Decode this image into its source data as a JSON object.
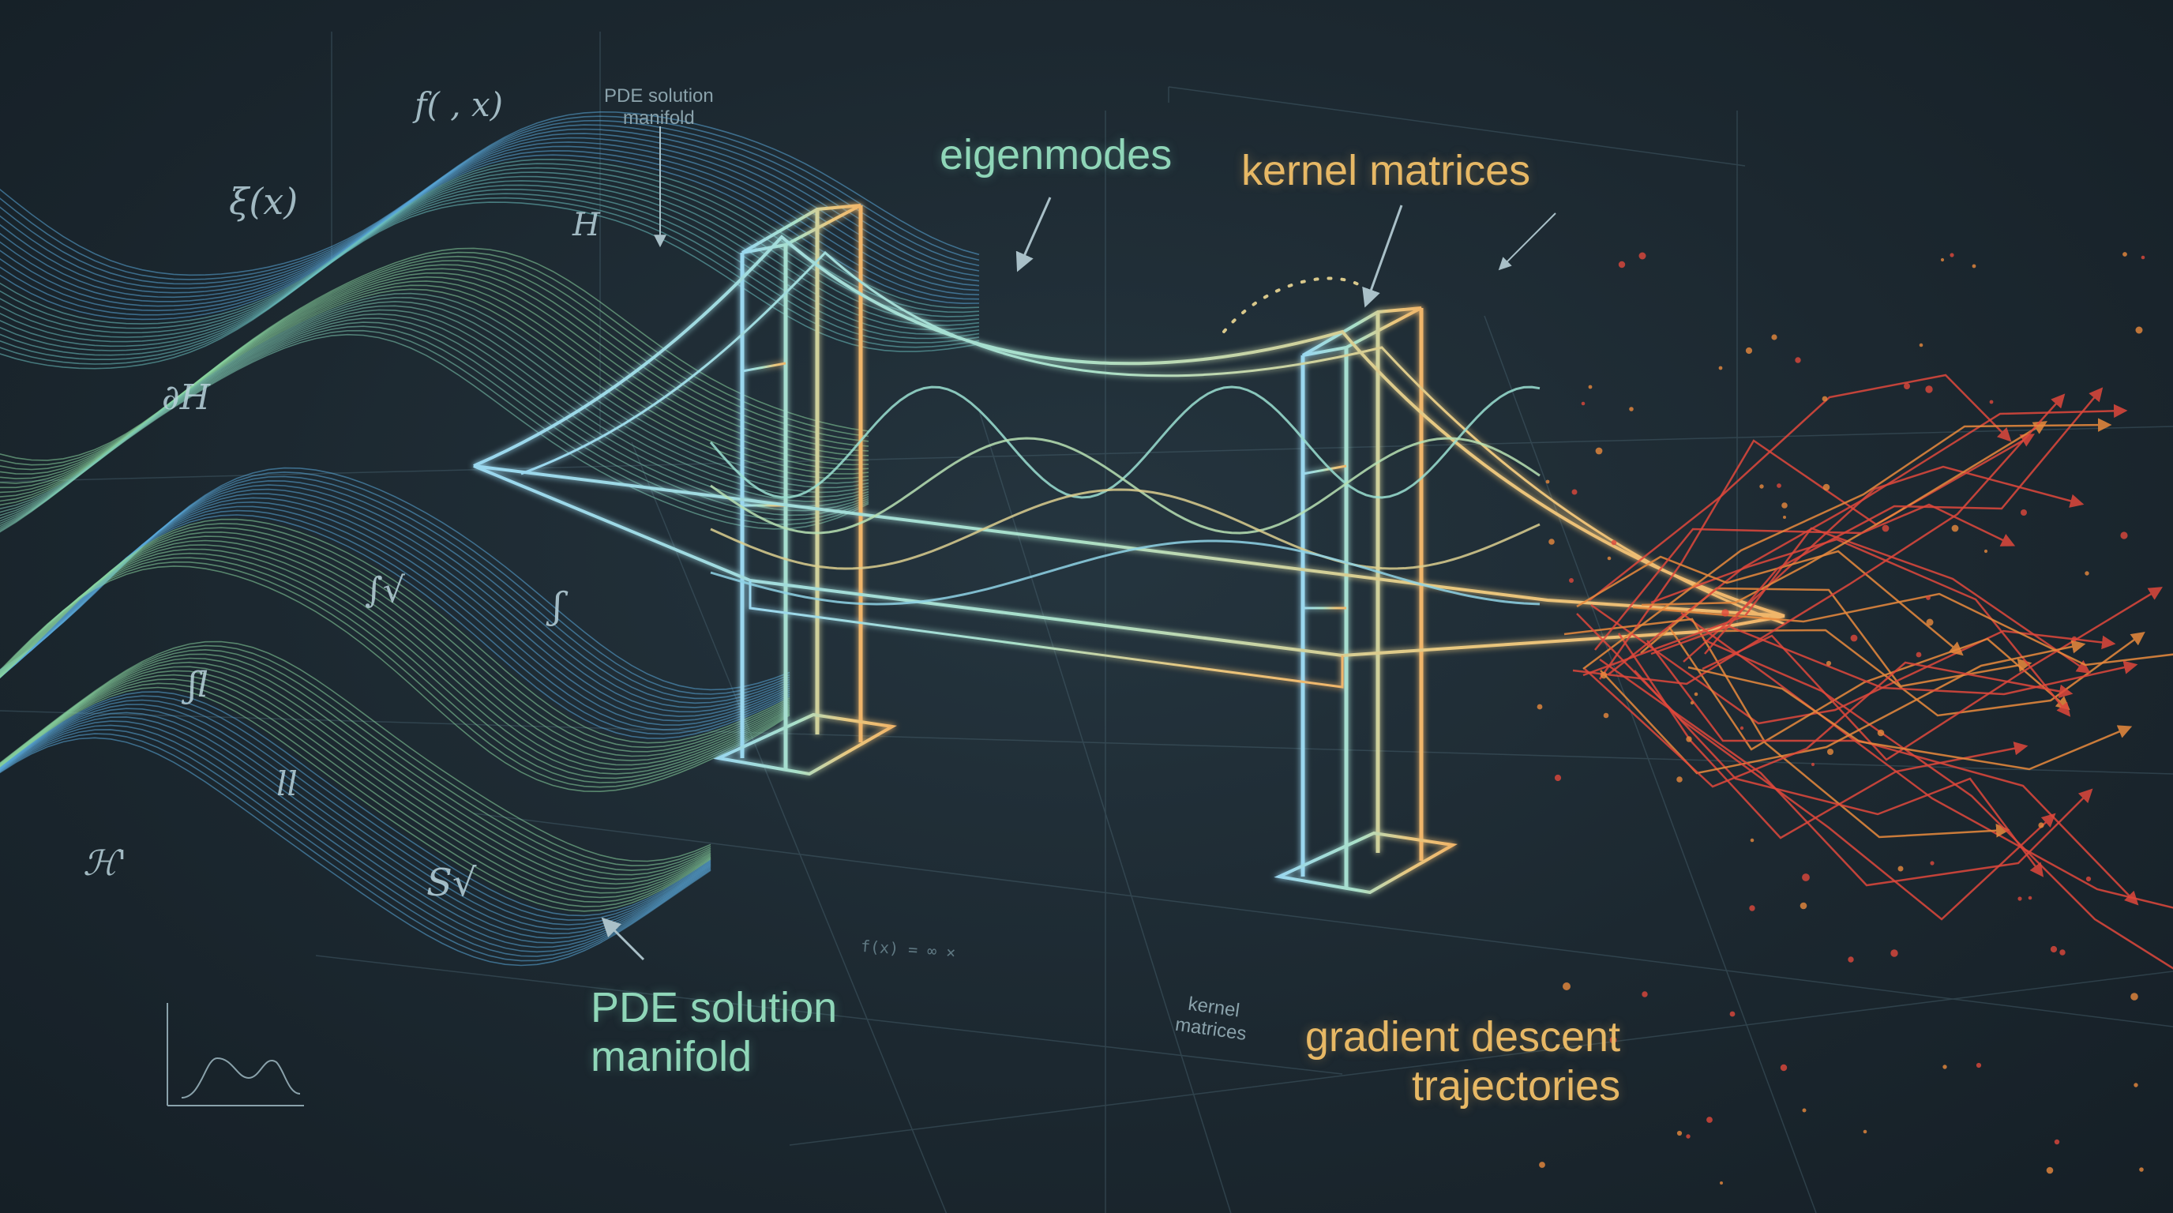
{
  "labels": {
    "eigenmodes": "eigenmodes",
    "kernel_matrices": "kernel matrices",
    "pde_line1": "PDE solution",
    "pde_line2": "manifold",
    "gd_line1": "gradient descent",
    "gd_line2": "trajectories",
    "small_pde_line1": "PDE solution",
    "small_pde_line2": "manifold",
    "small_kernel_line1": "kernel",
    "small_kernel_line2": "matrices"
  },
  "math": {
    "f_x": "f( , x)",
    "xi_x": "ξ(x)",
    "H": "H",
    "dH": "∂H",
    "sqrt": "∫√",
    "j": "ʃ",
    "fl": "ʃ𝑙",
    "ll": "ll",
    "sv": "S√",
    "xhprime": "ℋ'",
    "gtxt": "f(x) = ∞ ×"
  },
  "colors": {
    "wave_blue": "#5aa8d8",
    "wave_green": "#8ad6a0",
    "bridge_blue": "#8fd3e6",
    "bridge_gold": "#e8c37a",
    "arrow_red": "#e0483c",
    "arrow_orange": "#e98a3d"
  }
}
